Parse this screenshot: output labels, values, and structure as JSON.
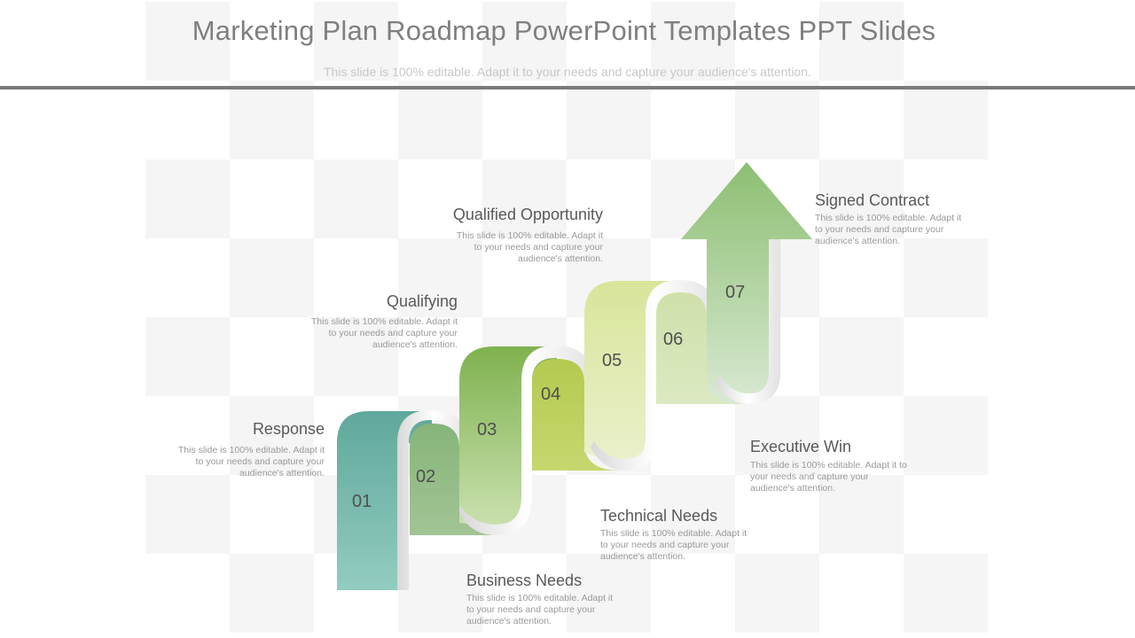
{
  "header": {
    "title": "Marketing Plan Roadmap PowerPoint Templates PPT Slides",
    "subtitle": "This slide is 100% editable. Adapt it to your needs and capture your audience's attention."
  },
  "steps": [
    {
      "number": "01",
      "label": "Response",
      "description": "This slide is 100% editable. Adapt it to your needs and capture your audience's attention.",
      "color": "#8ec6bb"
    },
    {
      "number": "02",
      "label": "Business Needs",
      "description": "This slide is 100% editable. Adapt it to your needs and capture your audience's attention.",
      "color": "#9cbf8c"
    },
    {
      "number": "03",
      "label": "Qualifying",
      "description": "This slide is 100% editable. Adapt it to your needs and capture your audience's attention.",
      "color": "#b2d18a"
    },
    {
      "number": "04",
      "label": "Technical Needs",
      "description": "This slide is 100% editable. Adapt it to your needs and capture your audience's attention.",
      "color": "#c1d36c"
    },
    {
      "number": "05",
      "label": "Qualified Opportunity",
      "description": "This slide is 100% editable. Adapt it to your needs and capture your audience's attention.",
      "color": "#e4eab8"
    },
    {
      "number": "06",
      "label": "Executive Win",
      "description": "This slide is 100% editable. Adapt it to your needs and capture your audience's attention.",
      "color": "#d5e4b6"
    },
    {
      "number": "07",
      "label": "Signed Contract",
      "description": "This slide is 100% editable. Adapt it to your needs and capture your audience's attention.",
      "color": "#a9cf94"
    }
  ]
}
